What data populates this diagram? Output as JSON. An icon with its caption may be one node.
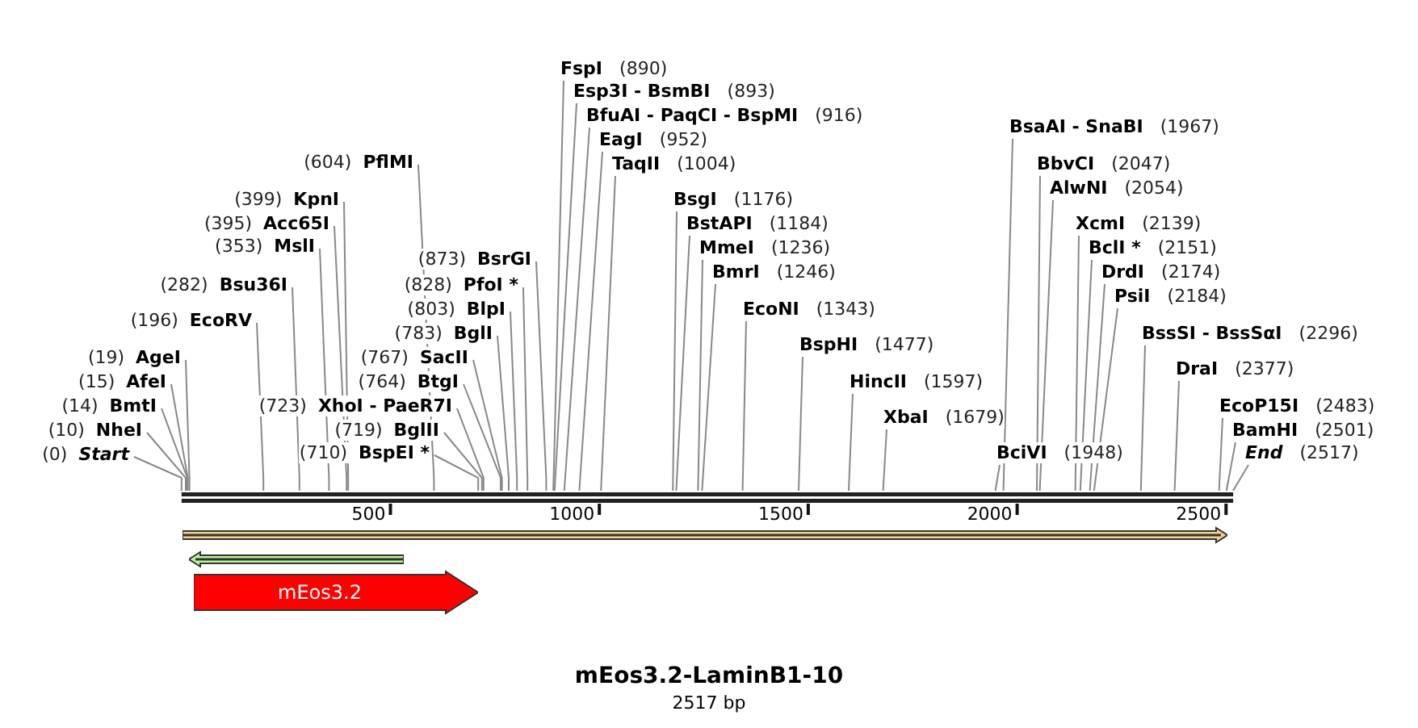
{
  "diagram": {
    "title": "mEos3.2-LaminB1-10",
    "caption": "2517 bp",
    "nodes": [
      {
        "text": [
          "(0)",
          "Start"
        ]
      },
      {
        "text": [
          "(10)",
          "NheI"
        ]
      },
      {
        "text": [
          "(14)",
          "BmtI"
        ]
      },
      {
        "text": [
          "(15)",
          "AfeI"
        ]
      },
      {
        "text": [
          "(19)",
          "AgeI"
        ]
      },
      {
        "text": [
          "(196)",
          "EcoRV"
        ]
      },
      {
        "text": [
          "(282)",
          "Bsu36I"
        ]
      },
      {
        "text": [
          "(353)",
          "MslI"
        ]
      },
      {
        "text": [
          "(395)",
          "Acc65I"
        ]
      },
      {
        "text": [
          "(399)",
          "KpnI"
        ]
      },
      {
        "text": [
          "(604)",
          "PflMI"
        ]
      },
      {
        "text": [
          "(710)",
          "BspEI *"
        ]
      },
      {
        "text": [
          "(719)",
          "BglII"
        ]
      },
      {
        "text": [
          "(723)",
          "XhoI - PaeR7I"
        ]
      },
      {
        "text": [
          "(764)",
          "BtgI"
        ]
      },
      {
        "text": [
          "(767)",
          "SacII"
        ]
      },
      {
        "text": [
          "(783)",
          "BglI"
        ]
      },
      {
        "text": [
          "(803)",
          "BlpI"
        ]
      },
      {
        "text": [
          "(828)",
          "PfoI *"
        ]
      },
      {
        "text": [
          "(873)",
          "BsrGI"
        ]
      },
      {
        "text": [
          "FspI",
          "(890)"
        ]
      },
      {
        "text": [
          "Esp3I - BsmBI",
          "(893)"
        ]
      },
      {
        "text": [
          "BfuAI - PaqCI - BspMI",
          "(916)"
        ]
      },
      {
        "text": [
          "EagI",
          "(952)"
        ]
      },
      {
        "text": [
          "TaqII",
          "(1004)"
        ]
      },
      {
        "text": [
          "BsgI",
          "(1176)"
        ]
      },
      {
        "text": [
          "BstAPI",
          "(1184)"
        ]
      },
      {
        "text": [
          "MmeI",
          "(1236)"
        ]
      },
      {
        "text": [
          "BmrI",
          "(1246)"
        ]
      },
      {
        "text": [
          "EcoNI",
          "(1343)"
        ]
      },
      {
        "text": [
          "BspHI",
          "(1477)"
        ]
      },
      {
        "text": [
          "HincII",
          "(1597)"
        ]
      },
      {
        "text": [
          "XbaI",
          "(1679)"
        ]
      },
      {
        "text": [
          "BciVI",
          "(1948)"
        ]
      },
      {
        "text": [
          "BsaAI - SnaBI",
          "(1967)"
        ]
      },
      {
        "text": [
          "BbvCI",
          "(2047)"
        ]
      },
      {
        "text": [
          "AlwNI",
          "(2054)"
        ]
      },
      {
        "text": [
          "XcmI",
          "(2139)"
        ]
      },
      {
        "text": [
          "BclI *",
          "(2151)"
        ]
      },
      {
        "text": [
          "DrdI",
          "(2174)"
        ]
      },
      {
        "text": [
          "PsiI",
          "(2184)"
        ]
      },
      {
        "text": [
          "BssSI - BssSαI",
          "(2296)"
        ]
      },
      {
        "text": [
          "DraI",
          "(2377)"
        ]
      },
      {
        "text": [
          "EcoP15I",
          "(2483)"
        ]
      },
      {
        "text": [
          "BamHI",
          "(2501)"
        ]
      },
      {
        "text": [
          "End",
          "(2517)"
        ]
      },
      {
        "text": [],
        "shape": "arrow"
      },
      {
        "text": [],
        "shape": "arrow"
      },
      {
        "text": [
          "mEos3.2"
        ]
      }
    ],
    "edges": [
      {
        "from": 0,
        "to": null,
        "arrow": "none"
      },
      {
        "from": 1,
        "to": null,
        "arrow": "none"
      },
      {
        "from": 2,
        "to": null,
        "arrow": "none"
      },
      {
        "from": 3,
        "to": null,
        "arrow": "none"
      },
      {
        "from": 4,
        "to": null,
        "arrow": "none"
      },
      {
        "from": 5,
        "to": null,
        "arrow": "none"
      },
      {
        "from": 6,
        "to": null,
        "arrow": "none"
      },
      {
        "from": 7,
        "to": null,
        "arrow": "none"
      },
      {
        "from": 8,
        "to": null,
        "arrow": "none"
      },
      {
        "from": 9,
        "to": null,
        "arrow": "none"
      },
      {
        "from": 10,
        "to": null,
        "arrow": "none"
      },
      {
        "from": 11,
        "to": null,
        "arrow": "none"
      },
      {
        "from": 12,
        "to": null,
        "arrow": "none"
      },
      {
        "from": 13,
        "to": null,
        "arrow": "none"
      },
      {
        "from": 14,
        "to": null,
        "arrow": "none"
      },
      {
        "from": 15,
        "to": null,
        "arrow": "none"
      },
      {
        "from": 16,
        "to": null,
        "arrow": "none"
      },
      {
        "from": 17,
        "to": null,
        "arrow": "none"
      },
      {
        "from": 18,
        "to": null,
        "arrow": "none"
      },
      {
        "from": 19,
        "to": null,
        "arrow": "none"
      },
      {
        "from": 20,
        "to": null,
        "arrow": "none"
      },
      {
        "from": 21,
        "to": null,
        "arrow": "none"
      },
      {
        "from": 22,
        "to": null,
        "arrow": "none"
      },
      {
        "from": 23,
        "to": null,
        "arrow": "none"
      },
      {
        "from": 24,
        "to": null,
        "arrow": "none"
      },
      {
        "from": 25,
        "to": null,
        "arrow": "none"
      },
      {
        "from": 26,
        "to": null,
        "arrow": "none"
      },
      {
        "from": 27,
        "to": null,
        "arrow": "none"
      },
      {
        "from": 28,
        "to": null,
        "arrow": "none"
      },
      {
        "from": 29,
        "to": null,
        "arrow": "none"
      },
      {
        "from": 30,
        "to": null,
        "arrow": "none"
      },
      {
        "from": 31,
        "to": null,
        "arrow": "none"
      },
      {
        "from": 32,
        "to": null,
        "arrow": "none"
      },
      {
        "from": 33,
        "to": null,
        "arrow": "none"
      },
      {
        "from": 34,
        "to": null,
        "arrow": "none"
      },
      {
        "from": 35,
        "to": null,
        "arrow": "none"
      },
      {
        "from": 36,
        "to": null,
        "arrow": "none"
      },
      {
        "from": 37,
        "to": null,
        "arrow": "none"
      },
      {
        "from": 38,
        "to": null,
        "arrow": "none"
      },
      {
        "from": 39,
        "to": null,
        "arrow": "none"
      },
      {
        "from": 40,
        "to": null,
        "arrow": "none"
      },
      {
        "from": 41,
        "to": null,
        "arrow": "none"
      },
      {
        "from": 42,
        "to": null,
        "arrow": "none"
      },
      {
        "from": 43,
        "to": null,
        "arrow": "none"
      },
      {
        "from": 44,
        "to": null,
        "arrow": "none"
      },
      {
        "from": 45,
        "to": null,
        "arrow": "none"
      }
    ],
    "labels": [
      "500",
      "1000",
      "1500",
      "2000",
      "2500"
    ]
  }
}
